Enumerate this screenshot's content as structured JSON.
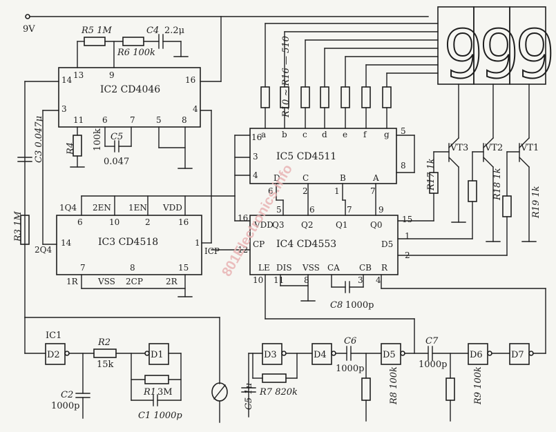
{
  "supply": "9V",
  "ic2": {
    "name": "IC2 CD4046",
    "pins": {
      "p14": "14",
      "p13": "13",
      "p9": "9",
      "p16": "16",
      "p3": "3",
      "p4": "4",
      "p11": "11",
      "p6": "6",
      "p7": "7",
      "p5": "5",
      "p8": "8"
    }
  },
  "ic3": {
    "name": "IC3 CD4518",
    "pins": {
      "q14": "1Q4",
      "p6": "6",
      "en2": "2EN",
      "p10": "10",
      "en1": "1EN",
      "p2": "2",
      "vdd": "VDD",
      "p16": "16",
      "q24": "2Q4",
      "p14": "14",
      "p1": "1",
      "icp": "ICP",
      "p7": "7",
      "p8": "8",
      "p15": "15",
      "r1": "1R",
      "vss": "VSS",
      "cp2": "2CP",
      "r2": "2R"
    }
  },
  "ic5": {
    "name": "IC5 CD4511",
    "segs": [
      "a",
      "b",
      "c",
      "d",
      "e",
      "f",
      "g"
    ],
    "pins": {
      "p16": "16",
      "p3": "3",
      "p4": "4",
      "p5": "5",
      "p8": "8",
      "p6": "6",
      "p2": "2",
      "p1": "1",
      "p7": "7",
      "D": "D",
      "C": "C",
      "B": "B",
      "A": "A"
    }
  },
  "ic4": {
    "name": "IC4 CD4553",
    "pins": {
      "p16": "16",
      "vdd": "VDD",
      "q3": "Q3",
      "q2": "Q2",
      "q1": "Q1",
      "q0": "Q0",
      "p5": "5",
      "p6": "6",
      "p7": "7",
      "p9": "9",
      "p15": "15",
      "p12": "12",
      "cp": "CP",
      "d5": "D5",
      "p1": "1",
      "p2": "2",
      "le": "LE",
      "dis": "DIS",
      "vss": "VSS",
      "ca": "CA",
      "cb": "CB",
      "r": "R",
      "p10": "10",
      "p11": "11",
      "p8": "8",
      "p3": "3",
      "p4": "4"
    }
  },
  "ic1": {
    "name": "IC1"
  },
  "gates": [
    "D2",
    "D1",
    "D3",
    "D4",
    "D5",
    "D6",
    "D7"
  ],
  "transistors": [
    "VT3",
    "VT2",
    "VT1"
  ],
  "components": {
    "r5": "R5 1M",
    "r6": "R6 100k",
    "c4": "C4",
    "c4v": "2.2μ",
    "r4": "R4",
    "r4v": "100k",
    "c5": "C5",
    "c5v": "0.047",
    "c3": "C3 0.047μ",
    "r3": "R3 1M",
    "r10_16": "R10 ~ R16 — 510",
    "r17": "R17 1k",
    "r18": "R18 1k",
    "r19": "R19 1k",
    "c8": "C8",
    "c8v": "1000p",
    "r2": "R2",
    "r2v": "15k",
    "c2": "C2",
    "c2v": "1000p",
    "r1": "R1",
    "r1v": "3M",
    "c1": "C1 1000p",
    "c5b": "C5 1μ",
    "r7": "R7 820k",
    "c6": "C6",
    "c6v": "1000p",
    "r8": "R8 100k",
    "c7": "C7",
    "c7v": "1000p",
    "r9": "R9 100k"
  },
  "display_digits": [
    "9",
    "9",
    "9"
  ],
  "watermark": "801Electronics.info"
}
